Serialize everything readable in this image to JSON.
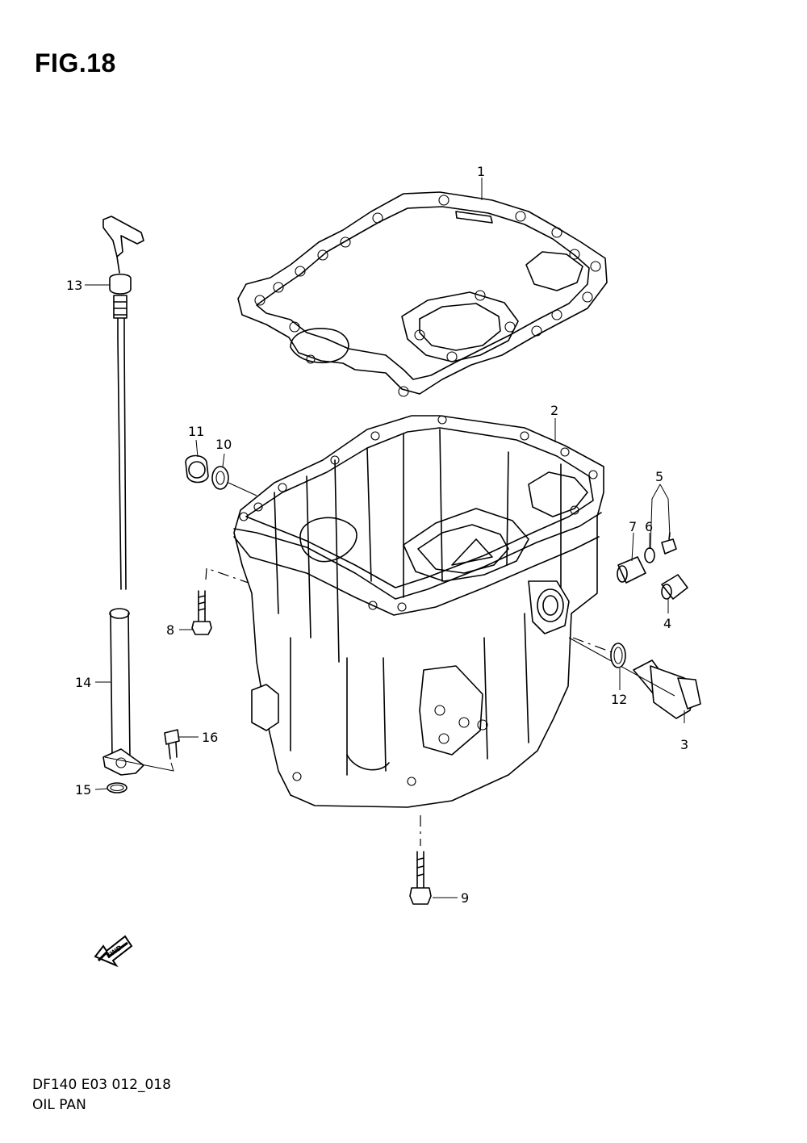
{
  "figure": {
    "title": "FIG.18",
    "model_code": "DF140 E03 012_018",
    "name": "OIL PAN"
  },
  "fwd_arrow": {
    "label": "FWD"
  },
  "callouts": [
    {
      "id": "c1",
      "label": "1"
    },
    {
      "id": "c2",
      "label": "2"
    },
    {
      "id": "c3",
      "label": "3"
    },
    {
      "id": "c4",
      "label": "4"
    },
    {
      "id": "c5",
      "label": "5"
    },
    {
      "id": "c6",
      "label": "6"
    },
    {
      "id": "c7",
      "label": "7"
    },
    {
      "id": "c8",
      "label": "8"
    },
    {
      "id": "c9",
      "label": "9"
    },
    {
      "id": "c10",
      "label": "10"
    },
    {
      "id": "c11",
      "label": "11"
    },
    {
      "id": "c12",
      "label": "12"
    },
    {
      "id": "c13",
      "label": "13"
    },
    {
      "id": "c14",
      "label": "14"
    },
    {
      "id": "c15",
      "label": "15"
    },
    {
      "id": "c16",
      "label": "16"
    }
  ]
}
